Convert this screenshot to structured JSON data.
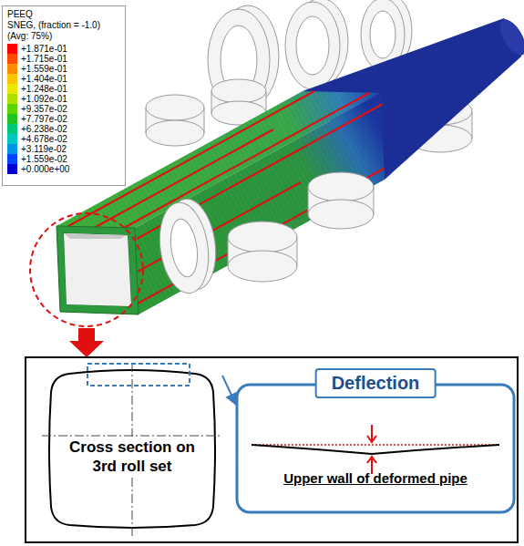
{
  "diagram": {
    "nodes": [
      {
        "text": [
          "PEEQ",
          "SNEG, (fraction = -1.0)",
          "(Avg: 75%)"
        ]
      },
      {
        "text": [
          "Cross section on 3rd roll set"
        ]
      },
      {
        "text": [
          "Deflection",
          "Upper wall of deformed pipe"
        ]
      }
    ],
    "edges": [
      {
        "from": 1,
        "to": 2,
        "arrow": "to"
      }
    ],
    "legend": [
      {
        "text": "+1.871e-01",
        "color": "#ff0000"
      },
      {
        "text": "+1.715e-01",
        "color": "#ff4a00"
      },
      {
        "text": "+1.559e-01",
        "color": "#ff8c00"
      },
      {
        "text": "+1.404e-01",
        "color": "#ffc400"
      },
      {
        "text": "+1.248e-01",
        "color": "#e8e800"
      },
      {
        "text": "+1.092e-01",
        "color": "#b0e000"
      },
      {
        "text": "+9.357e-02",
        "color": "#5cd400"
      },
      {
        "text": "+7.797e-02",
        "color": "#1fc21f"
      },
      {
        "text": "+6.238e-02",
        "color": "#00c878"
      },
      {
        "text": "+4.678e-02",
        "color": "#00c8c0"
      },
      {
        "text": "+3.119e-02",
        "color": "#0096e6"
      },
      {
        "text": "+1.559e-02",
        "color": "#0046ff"
      },
      {
        "text": "+0.000e+00",
        "color": "#0000d0"
      }
    ]
  }
}
